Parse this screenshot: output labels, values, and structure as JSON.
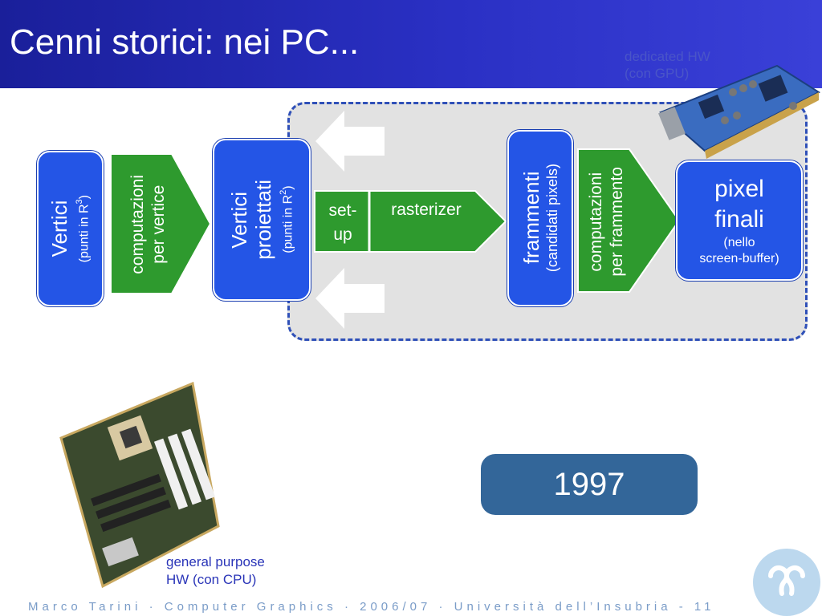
{
  "header": {
    "title": "Cenni storici: nei PC..."
  },
  "gpu_label": {
    "line1": "dedicated  HW",
    "line2": "(con GPU)"
  },
  "pipeline": {
    "vertici": {
      "title": "Vertici",
      "sub_prefix": "(punti in R",
      "sup": "3",
      "sub_suffix": ")"
    },
    "comp_vertice": {
      "line1": "computazioni",
      "line2": "per vertice"
    },
    "vertici_proiettati": {
      "line1": "Vertici",
      "line2": "proiettati",
      "sub_prefix": "(punti in R",
      "sup": "2",
      "sub_suffix": ")"
    },
    "setup": {
      "line1": "set-",
      "line2": "up"
    },
    "rasterizer": {
      "label": "rasterizer"
    },
    "frammenti": {
      "title": "frammenti",
      "sub": "(candidati pixels)"
    },
    "comp_frammento": {
      "line1": "computazioni",
      "line2": "per frammento"
    },
    "pixel_finali": {
      "line1": "pixel",
      "line2": "finali",
      "sub1": "(nello",
      "sub2": "screen-buffer)"
    }
  },
  "year": "1997",
  "cpu_label": {
    "line1": "general purpose",
    "line2": "HW (con CPU)"
  },
  "footer": "Marco Tarini · Computer Graphics · 2006/07 · Università dell’Insubria - 11",
  "colors": {
    "header": "#2a30c4",
    "node_blue": "#2455e6",
    "stage_green": "#2e9a2e",
    "year_box": "#336699",
    "dashed_border": "#2f50b8"
  }
}
